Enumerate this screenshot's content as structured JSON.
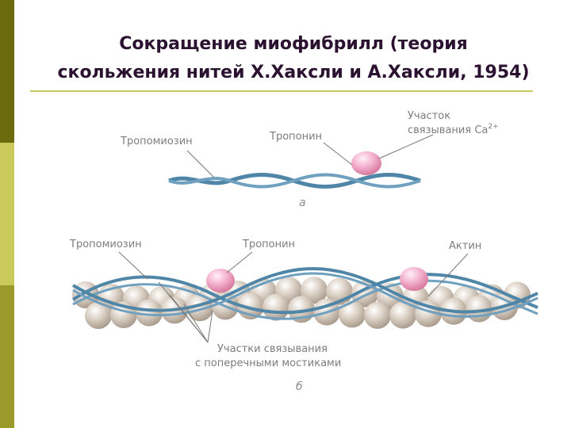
{
  "slide": {
    "title_line1": "Сокращение миофибрилл (теория",
    "title_line2": "скольжения нитей Х.Хаксли и А.Хаксли, 1954)"
  },
  "diagram_a": {
    "tropomyosin": "Тропомиозин",
    "troponin": "Тропонин",
    "site_line1": "Участок",
    "site_line2": "связывания Са",
    "site_sup": "2+",
    "caption": "а"
  },
  "diagram_b": {
    "tropomyosin": "Тропомиозин",
    "troponin": "Тропонин",
    "actin": "Актин",
    "sites_line1": "Участки связывания",
    "sites_line2": "с поперечными мостиками",
    "caption": "б"
  },
  "colors": {
    "accent_dark": "#6b6a0d",
    "accent_light": "#c9c95c",
    "title": "#2b1230",
    "tropomyosin": "#4f86a8",
    "troponin": "#f0a8c8",
    "actin": "#d2c6ba"
  }
}
